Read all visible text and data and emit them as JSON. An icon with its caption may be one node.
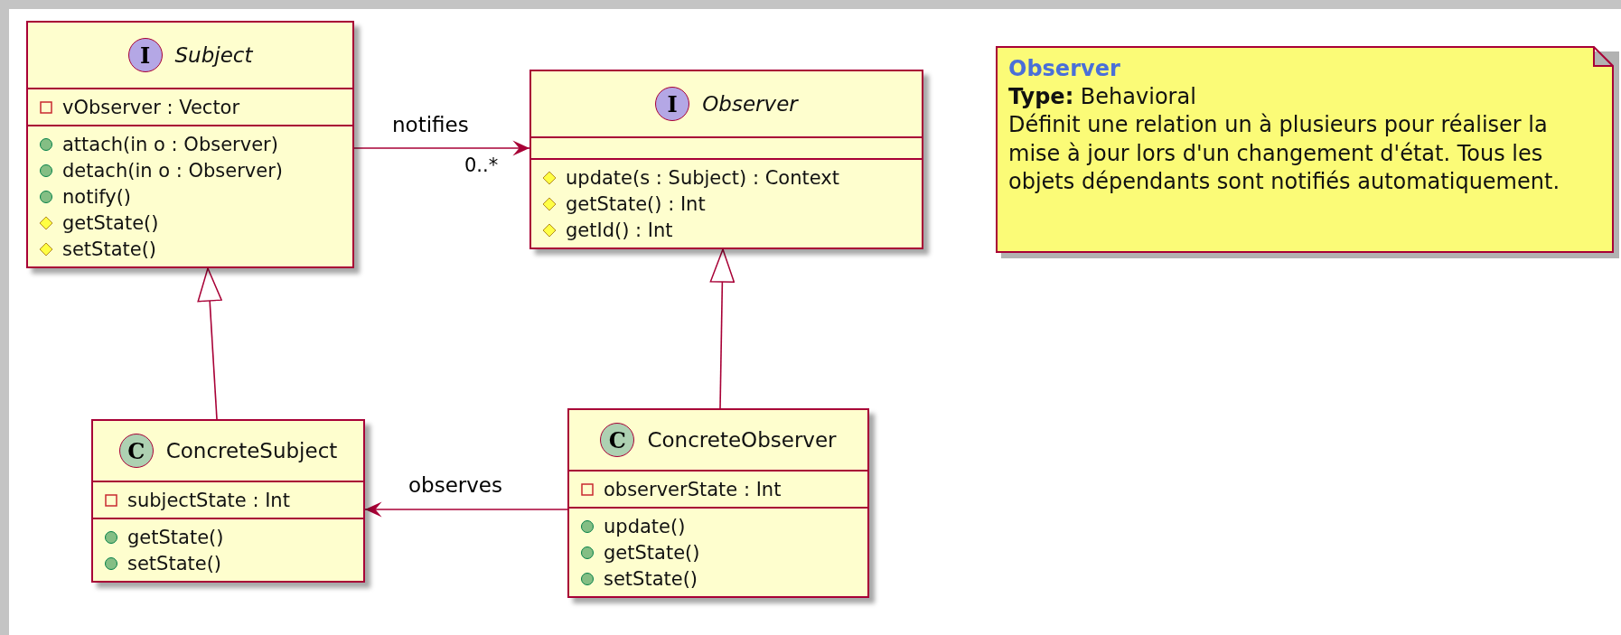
{
  "diagram": {
    "nodes": [
      {
        "text": [
          "I",
          "Subject",
          "vObserver : Vector",
          "attach(in o : Observer)",
          "detach(in o : Observer)",
          "notify()",
          "getState()",
          "setState()"
        ]
      },
      {
        "text": [
          "I",
          "Observer",
          "update(s : Subject) : Context",
          "getState() : Int",
          "getId() : Int"
        ]
      },
      {
        "text": [
          "Observer",
          "**Type:** Behavioral",
          "Définit une relation un à plusieurs pour réaliser la mise à jour lors d'un changement d'état. Tous les objets dépendants sont notifiés automatiquement."
        ]
      },
      {
        "text": [
          "C",
          "ConcreteSubject",
          "subjectState : Int",
          "getState()",
          "setState()"
        ]
      },
      {
        "text": [
          "C",
          "ConcreteObserver",
          "observerState : Int",
          "update()",
          "getState()",
          "setState()"
        ]
      }
    ],
    "edges": [
      {
        "from": 0,
        "to": 1,
        "arrow": "to",
        "label": "notifies"
      },
      {
        "from": 3,
        "to": 0,
        "arrow": "to"
      },
      {
        "from": 4,
        "to": 1,
        "arrow": "to"
      },
      {
        "from": 4,
        "to": 3,
        "arrow": "to",
        "label": "observes"
      }
    ],
    "labels": [
      "0..*"
    ]
  }
}
